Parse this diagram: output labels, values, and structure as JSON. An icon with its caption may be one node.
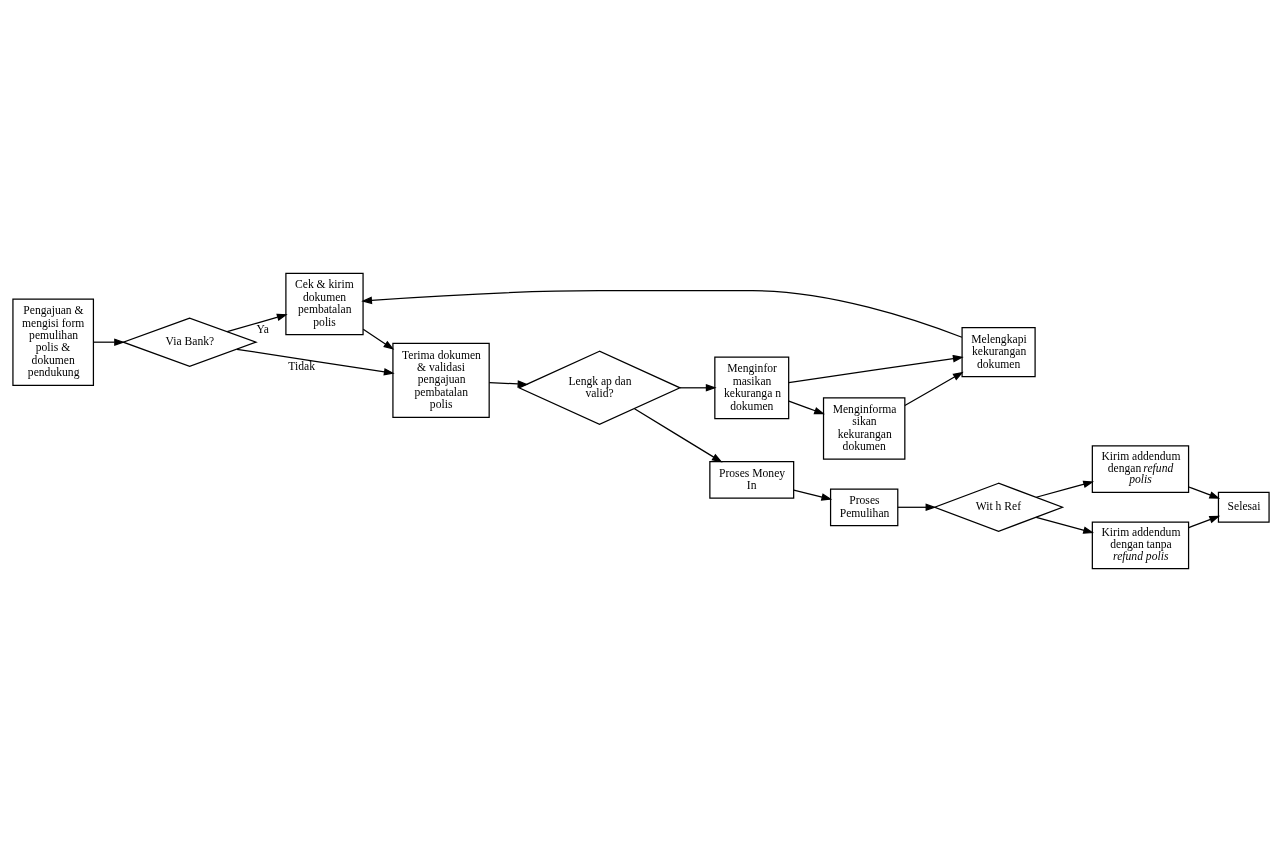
{
  "diagram": {
    "nodes": [
      {
        "text": [
          "Pengajuan & mengisi form pemulihan polis & dokumen pendukung"
        ]
      },
      {
        "text": [
          "Via Bank?"
        ]
      },
      {
        "text": [
          "Melengkapi kekurangan dokumen"
        ]
      },
      {
        "text": [
          "Cek & kirim dokumen pembatalan polis"
        ]
      },
      {
        "text": [
          "Menginforma sikan kekurangan dokumen"
        ]
      },
      {
        "text": [
          "Terima dokumen & validasi pengajuan pembatalan polis"
        ]
      },
      {
        "text": [
          "Lengk ap dan valid?"
        ]
      },
      {
        "text": [
          "Menginfor masikan kekuranga n dokumen"
        ]
      },
      {
        "text": [
          "Kirim addendum dengan *refund polis*"
        ]
      },
      {
        "text": [
          "Proses Money In"
        ]
      },
      {
        "text": [
          "Proses Pemulihan"
        ]
      },
      {
        "text": [
          "Wit h Ref"
        ]
      },
      {
        "text": [
          "Selesai"
        ]
      },
      {
        "text": [
          "Kirim addendum dengan tanpa *refund polis*"
        ]
      }
    ],
    "edges": [
      {
        "from": 0,
        "to": 1,
        "arrow": "to"
      },
      {
        "from": 1,
        "to": 3,
        "arrow": "to",
        "label": "Ya"
      },
      {
        "from": 1,
        "to": 5,
        "arrow": "to",
        "label": "Tidak"
      },
      {
        "from": 3,
        "to": 5,
        "arrow": "to"
      },
      {
        "from": 5,
        "to": 6,
        "arrow": "to"
      },
      {
        "from": 6,
        "to": 7,
        "arrow": "to"
      },
      {
        "from": 6,
        "to": 9,
        "arrow": "to"
      },
      {
        "from": 7,
        "to": 4,
        "arrow": "to"
      },
      {
        "from": 4,
        "to": 2,
        "arrow": "to"
      },
      {
        "from": 7,
        "to": 2,
        "arrow": "to"
      },
      {
        "from": 2,
        "to": 3,
        "arrow": "to"
      },
      {
        "from": 9,
        "to": 10,
        "arrow": "to"
      },
      {
        "from": 10,
        "to": 11,
        "arrow": "to"
      },
      {
        "from": 11,
        "to": 8,
        "arrow": "to"
      },
      {
        "from": 11,
        "to": 13,
        "arrow": "to"
      },
      {
        "from": 8,
        "to": 12,
        "arrow": "to"
      },
      {
        "from": 13,
        "to": 12,
        "arrow": "to"
      }
    ]
  }
}
